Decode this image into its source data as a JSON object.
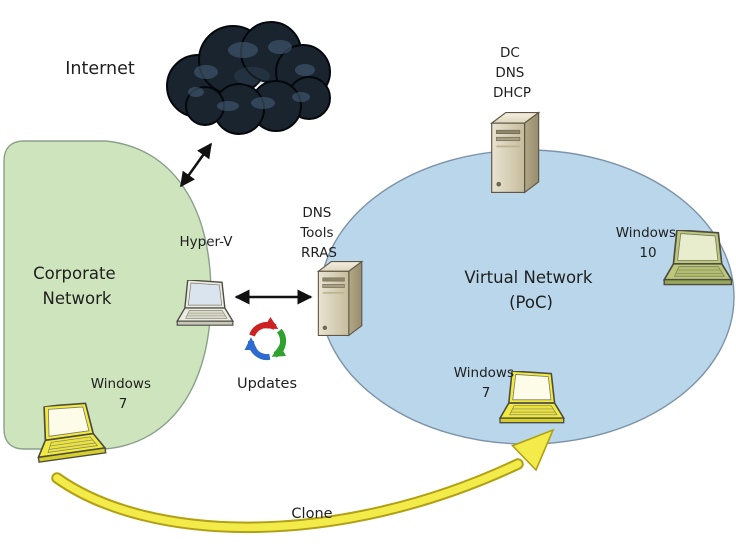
{
  "diagram": {
    "internet": {
      "label": "Internet"
    },
    "corporate_network": {
      "label_lines": [
        "Corporate",
        "Network"
      ]
    },
    "virtual_network": {
      "label_lines": [
        "Virtual Network",
        "(PoC)"
      ]
    },
    "dc_server": {
      "label_lines": [
        "DC",
        "DNS",
        "DHCP"
      ]
    },
    "gateway_server": {
      "label_lines": [
        "DNS",
        "Tools",
        "RRAS"
      ]
    },
    "hyperv_host": {
      "label": "Hyper-V"
    },
    "windows10_client": {
      "label_lines": [
        "Windows",
        "10"
      ]
    },
    "windows7_corporate": {
      "label_lines": [
        "Windows",
        "7"
      ]
    },
    "windows7_poc": {
      "label_lines": [
        "Windows",
        "7"
      ]
    },
    "updates": {
      "label": "Updates"
    },
    "clone": {
      "label": "Clone"
    }
  },
  "icons": {
    "internet": "cloud-icon",
    "dc_server": "server-tower-icon",
    "gateway_server": "server-tower-icon",
    "hyperv_host": "laptop-icon",
    "windows10_client": "laptop-icon",
    "windows7_corporate": "laptop-icon",
    "windows7_poc": "laptop-icon",
    "updates": "sync-arrows-icon",
    "clone": "curved-arrow-icon"
  },
  "colors": {
    "corporate_zone_fill": "#cde4bc",
    "virtual_zone_fill": "#b9d6ea",
    "zone_stroke": "#8aa08c",
    "cloud_fill": "#19242f",
    "win7_laptop": "#f2ea3e",
    "win10_laptop": "#bcc878",
    "hyperv_laptop": "#ebebe4",
    "server_body": "#d9d1b8",
    "clone_arrow_fill": "#f3eb49",
    "clone_arrow_stroke": "#b0a013",
    "updates_blue": "#2f6bce",
    "updates_red": "#cc2222",
    "updates_green": "#2fa12f",
    "connector": "#111111"
  }
}
